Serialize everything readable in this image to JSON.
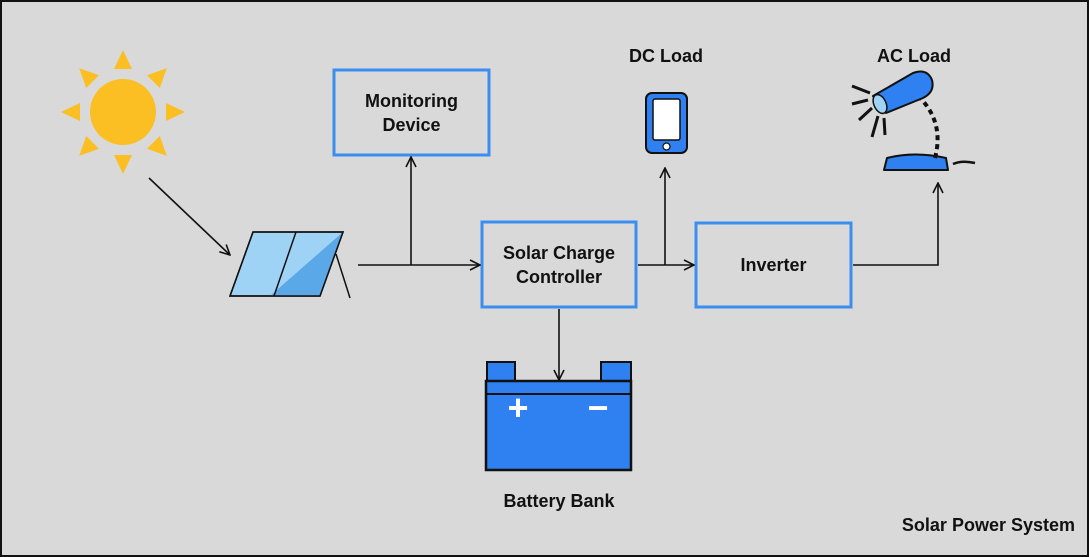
{
  "title": "Solar Power System",
  "colors": {
    "background": "#d9d9d9",
    "border": "#111111",
    "box_stroke": "#3b8ef0",
    "accent_blue": "#2f80f0",
    "panel_light": "#9fd3f5",
    "panel_dark": "#5aa8e8",
    "sun": "#fbbf24",
    "line": "#111111"
  },
  "icons": {
    "sun": "sun-icon",
    "panel": "solar-panel-icon",
    "phone": "smartphone-icon",
    "lamp": "desk-lamp-icon",
    "battery": "battery-icon"
  },
  "nodes": {
    "monitoring": {
      "label": "Monitoring\nDevice"
    },
    "controller": {
      "label": "Solar Charge\nController"
    },
    "inverter": {
      "label": "Inverter"
    },
    "dc_load": {
      "label": "DC Load"
    },
    "ac_load": {
      "label": "AC Load"
    },
    "battery": {
      "label": "Battery Bank",
      "plus": "+",
      "minus": "−"
    }
  }
}
